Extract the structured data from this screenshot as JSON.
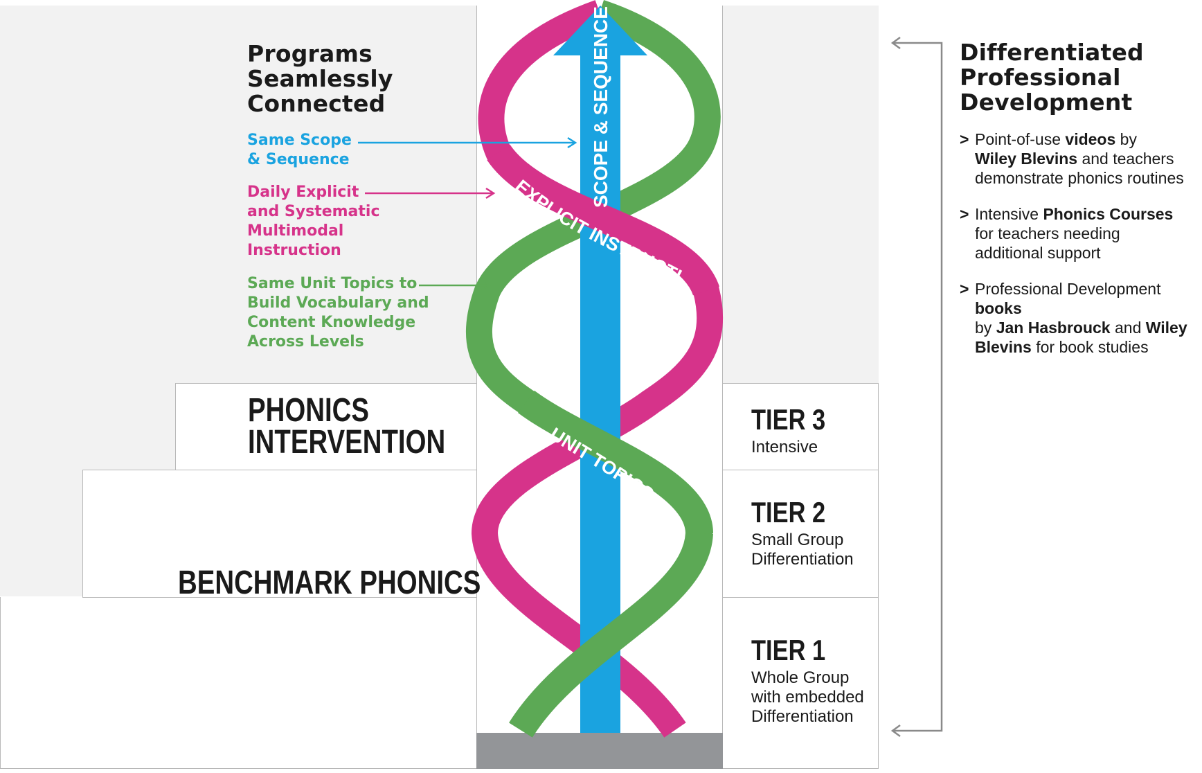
{
  "programs": {
    "heading_lines": [
      "Programs",
      "Seamlessly",
      "Connected"
    ],
    "features": [
      {
        "lines": [
          "Same Scope",
          "& Sequence"
        ],
        "color": "#1aa3e0"
      },
      {
        "lines": [
          "Daily Explicit",
          "and Systematic",
          "Multimodal",
          "Instruction"
        ],
        "color": "#d6338a"
      },
      {
        "lines": [
          "Same Unit Topics to",
          "Build Vocabulary and",
          "Content Knowledge",
          "Across Levels"
        ],
        "color": "#5ca955"
      }
    ]
  },
  "steps": {
    "phonics_intervention_lines": [
      "PHONICS",
      "INTERVENTION"
    ],
    "benchmark_phonics": "BENCHMARK PHONICS"
  },
  "helix": {
    "arrow_label": "SCOPE & SEQUENCE",
    "pink_label": "EXPLICIT INSTRUCTION",
    "green_label": "UNIT TOPICS",
    "colors": {
      "blue": "#1aa3e0",
      "pink": "#d6338a",
      "green": "#5ca955",
      "base": "#939598"
    }
  },
  "tiers": [
    {
      "title": "TIER 3",
      "desc_lines": [
        "Intensive"
      ]
    },
    {
      "title": "TIER 2",
      "desc_lines": [
        "Small Group",
        "Differentiation"
      ]
    },
    {
      "title": "TIER 1",
      "desc_lines": [
        "Whole Group",
        "with embedded",
        "Differentiation"
      ]
    }
  ],
  "pd": {
    "heading_lines": [
      "Differentiated",
      "Professional",
      "Development"
    ],
    "bullets": [
      {
        "lines": [
          [
            {
              "t": "Point-of-use "
            },
            {
              "t": "videos",
              "b": true
            },
            {
              "t": " by"
            }
          ],
          [
            {
              "t": "Wiley Blevins",
              "b": true
            },
            {
              "t": " and teachers"
            }
          ],
          [
            {
              "t": "demonstrate phonics routines"
            }
          ]
        ]
      },
      {
        "lines": [
          [
            {
              "t": "Intensive "
            },
            {
              "t": "Phonics Courses",
              "b": true
            }
          ],
          [
            {
              "t": "for teachers needing"
            }
          ],
          [
            {
              "t": "additional support"
            }
          ]
        ]
      },
      {
        "lines": [
          [
            {
              "t": "Professional Development "
            },
            {
              "t": "books",
              "b": true
            }
          ],
          [
            {
              "t": "by "
            },
            {
              "t": "Jan Hasbrouck",
              "b": true
            },
            {
              "t": " and "
            },
            {
              "t": "Wiley",
              "b": true
            }
          ],
          [
            {
              "t": "Blevins",
              "b": true
            },
            {
              "t": " for book studies"
            }
          ]
        ]
      }
    ]
  }
}
